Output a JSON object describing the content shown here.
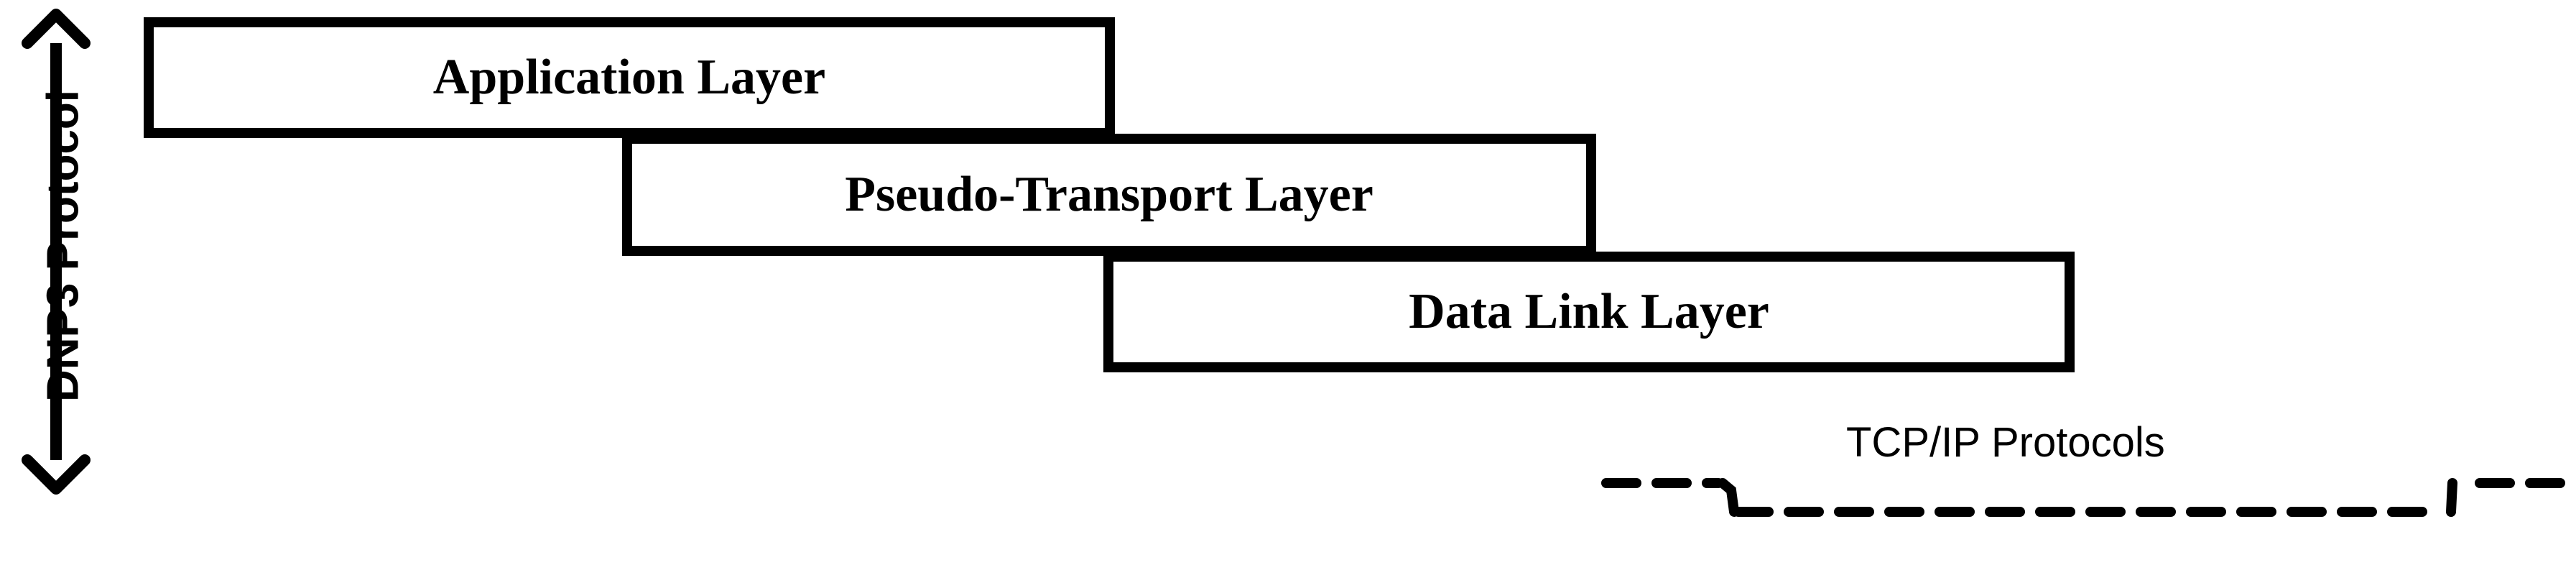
{
  "diagram": {
    "side_label": "DNP3 Protocol",
    "layers": [
      {
        "label": "Application Layer"
      },
      {
        "label": "Pseudo-Transport Layer"
      },
      {
        "label": "Data Link Layer"
      }
    ],
    "tcp_label": "TCP/IP Protocols"
  }
}
